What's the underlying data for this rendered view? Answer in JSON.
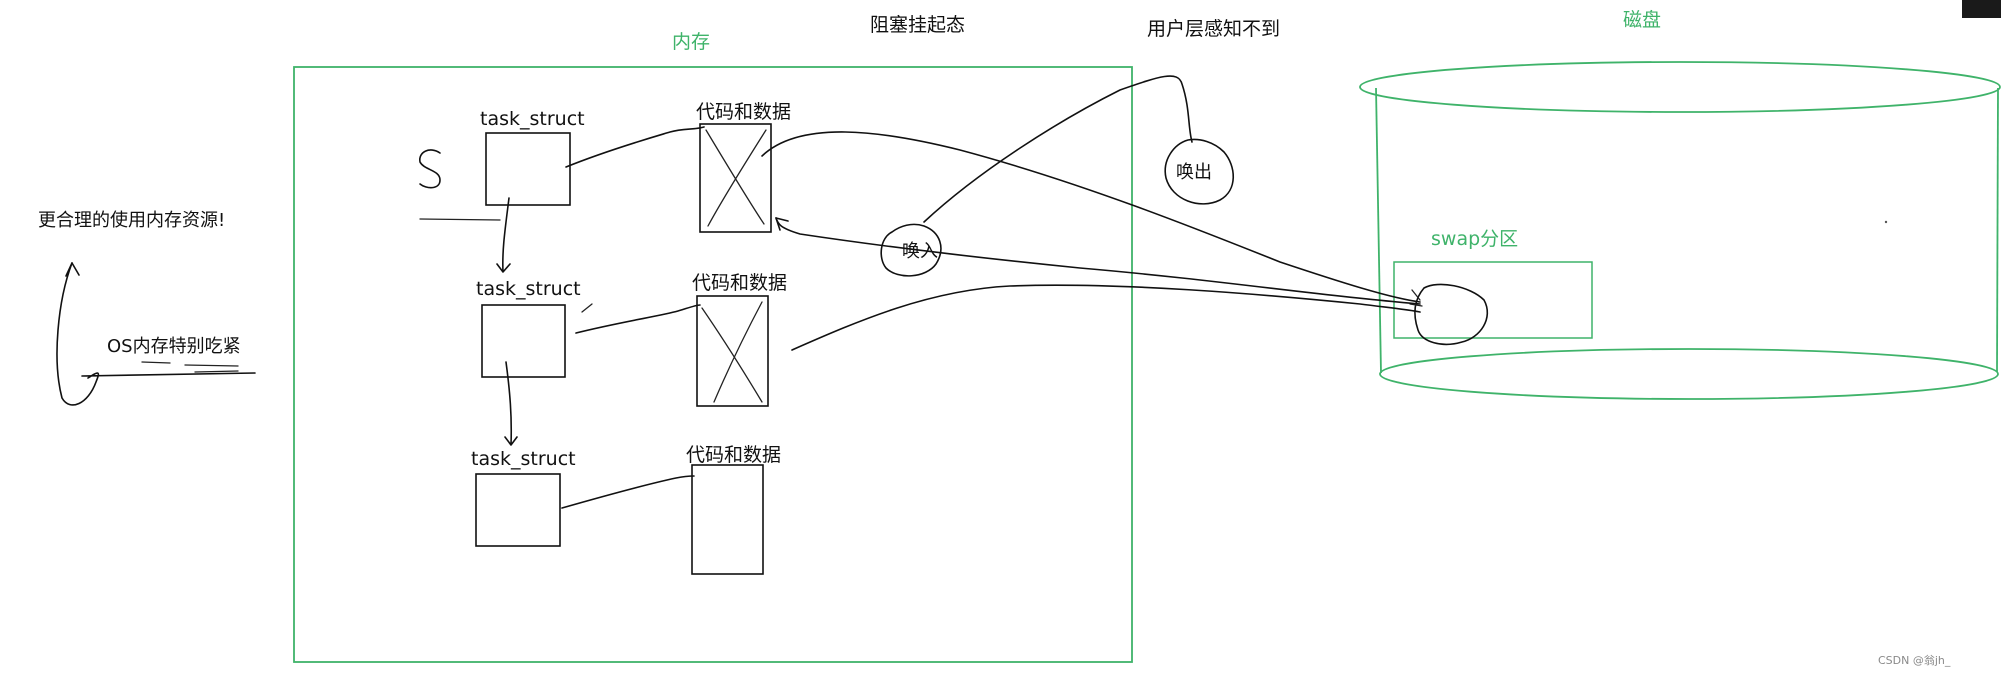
{
  "labels": {
    "memory": "内存",
    "blocked_suspended": "阻塞挂起态",
    "user_unaware": "用户层感知不到",
    "disk": "磁盘",
    "swap": "swap分区",
    "better_use": "更合理的使用内存资源!",
    "os_tight": "OS内存特别吃紧",
    "swap_out": "唤出",
    "swap_in": "唤入",
    "task_struct": [
      "task_struct",
      "task_struct",
      "task_struct"
    ],
    "code_data": [
      "代码和数据",
      "代码和数据",
      "代码和数据"
    ],
    "credit": "CSDN @翁jh_"
  },
  "colors": {
    "ink": "#111111",
    "accent": "#3fb36a",
    "background": "#ffffff"
  }
}
